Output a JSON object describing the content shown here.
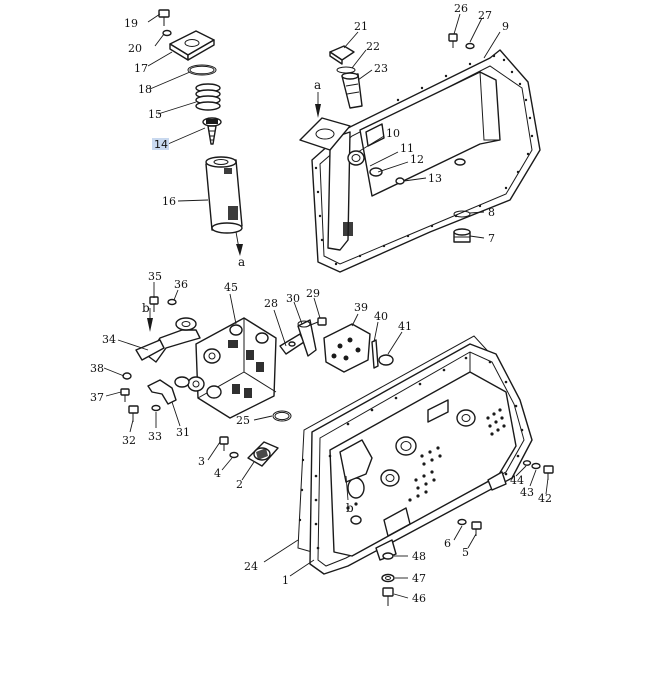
{
  "diagram": {
    "highlight_color": "#c9d9ef",
    "line_color": "#1a1a1a",
    "callouts": [
      {
        "id": "c1",
        "text": "1"
      },
      {
        "id": "c2",
        "text": "2"
      },
      {
        "id": "c3",
        "text": "3"
      },
      {
        "id": "c4",
        "text": "4"
      },
      {
        "id": "c5",
        "text": "5"
      },
      {
        "id": "c6",
        "text": "6"
      },
      {
        "id": "c7",
        "text": "7"
      },
      {
        "id": "c8",
        "text": "8"
      },
      {
        "id": "c9",
        "text": "9"
      },
      {
        "id": "c10",
        "text": "10"
      },
      {
        "id": "c11",
        "text": "11"
      },
      {
        "id": "c12",
        "text": "12"
      },
      {
        "id": "c13",
        "text": "13"
      },
      {
        "id": "c14",
        "text": "14",
        "selected": true
      },
      {
        "id": "c15",
        "text": "15"
      },
      {
        "id": "c16",
        "text": "16"
      },
      {
        "id": "c17",
        "text": "17"
      },
      {
        "id": "c18",
        "text": "18"
      },
      {
        "id": "c19",
        "text": "19"
      },
      {
        "id": "c20",
        "text": "20"
      },
      {
        "id": "c21",
        "text": "21"
      },
      {
        "id": "c22",
        "text": "22"
      },
      {
        "id": "c23",
        "text": "23"
      },
      {
        "id": "c24",
        "text": "24"
      },
      {
        "id": "c25",
        "text": "25"
      },
      {
        "id": "c26",
        "text": "26"
      },
      {
        "id": "c27",
        "text": "27"
      },
      {
        "id": "c28",
        "text": "28"
      },
      {
        "id": "c29",
        "text": "29"
      },
      {
        "id": "c30",
        "text": "30"
      },
      {
        "id": "c31",
        "text": "31"
      },
      {
        "id": "c32",
        "text": "32"
      },
      {
        "id": "c33",
        "text": "33"
      },
      {
        "id": "c34",
        "text": "34"
      },
      {
        "id": "c35",
        "text": "35"
      },
      {
        "id": "c36",
        "text": "36"
      },
      {
        "id": "c37",
        "text": "37"
      },
      {
        "id": "c38",
        "text": "38"
      },
      {
        "id": "c39",
        "text": "39"
      },
      {
        "id": "c40",
        "text": "40"
      },
      {
        "id": "c41",
        "text": "41"
      },
      {
        "id": "c42",
        "text": "42"
      },
      {
        "id": "c43",
        "text": "43"
      },
      {
        "id": "c44",
        "text": "44"
      },
      {
        "id": "c45",
        "text": "45"
      },
      {
        "id": "c46",
        "text": "46"
      },
      {
        "id": "c47",
        "text": "47"
      },
      {
        "id": "c48",
        "text": "48"
      }
    ],
    "reference_letters": [
      {
        "id": "ra1",
        "text": "a"
      },
      {
        "id": "ra2",
        "text": "a"
      },
      {
        "id": "rb1",
        "text": "b"
      },
      {
        "id": "rb2",
        "text": "b"
      }
    ]
  }
}
